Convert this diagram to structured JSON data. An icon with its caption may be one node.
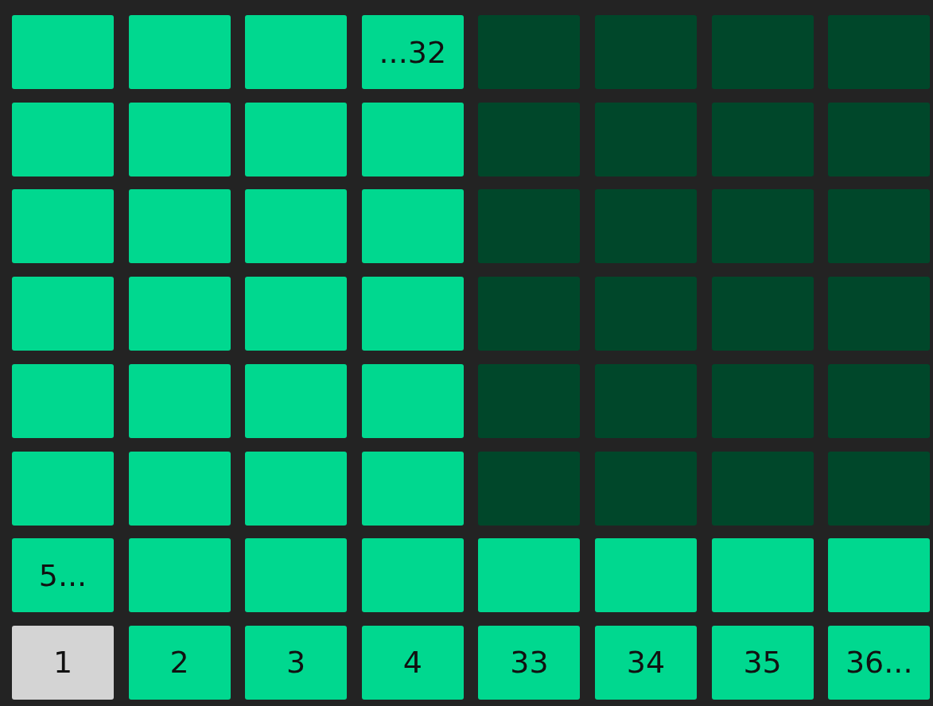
{
  "diagram": {
    "nodes": [
      {
        "text": [],
        "shape": "box"
      },
      {
        "text": [],
        "shape": "box"
      },
      {
        "text": [],
        "shape": "box"
      },
      {
        "text": [
          "...32"
        ]
      },
      {
        "text": [],
        "shape": "box"
      },
      {
        "text": [],
        "shape": "box"
      },
      {
        "text": [],
        "shape": "box"
      },
      {
        "text": [],
        "shape": "box"
      },
      {
        "text": [],
        "shape": "box"
      },
      {
        "text": [],
        "shape": "box"
      },
      {
        "text": [],
        "shape": "box"
      },
      {
        "text": [],
        "shape": "box"
      },
      {
        "text": [],
        "shape": "box"
      },
      {
        "text": [],
        "shape": "box"
      },
      {
        "text": [],
        "shape": "box"
      },
      {
        "text": [],
        "shape": "box"
      },
      {
        "text": [],
        "shape": "box"
      },
      {
        "text": [],
        "shape": "box"
      },
      {
        "text": [],
        "shape": "box"
      },
      {
        "text": [],
        "shape": "box"
      },
      {
        "text": [],
        "shape": "box"
      },
      {
        "text": [],
        "shape": "box"
      },
      {
        "text": [],
        "shape": "box"
      },
      {
        "text": [],
        "shape": "box"
      },
      {
        "text": [],
        "shape": "box"
      },
      {
        "text": [],
        "shape": "box"
      },
      {
        "text": [],
        "shape": "box"
      },
      {
        "text": [],
        "shape": "box"
      },
      {
        "text": [],
        "shape": "box"
      },
      {
        "text": [],
        "shape": "box"
      },
      {
        "text": [],
        "shape": "box"
      },
      {
        "text": [],
        "shape": "box"
      },
      {
        "text": [],
        "shape": "box"
      },
      {
        "text": [],
        "shape": "box"
      },
      {
        "text": [],
        "shape": "box"
      },
      {
        "text": [],
        "shape": "box"
      },
      {
        "text": [],
        "shape": "box"
      },
      {
        "text": [],
        "shape": "box"
      },
      {
        "text": [],
        "shape": "box"
      },
      {
        "text": [],
        "shape": "box"
      },
      {
        "text": [],
        "shape": "box"
      },
      {
        "text": [],
        "shape": "box"
      },
      {
        "text": [],
        "shape": "box"
      },
      {
        "text": [],
        "shape": "box"
      },
      {
        "text": [],
        "shape": "box"
      },
      {
        "text": [],
        "shape": "box"
      },
      {
        "text": [],
        "shape": "box"
      },
      {
        "text": [],
        "shape": "box"
      },
      {
        "text": [
          "5..."
        ]
      },
      {
        "text": [],
        "shape": "box"
      },
      {
        "text": [],
        "shape": "box"
      },
      {
        "text": [],
        "shape": "box"
      },
      {
        "text": [],
        "shape": "box"
      },
      {
        "text": [],
        "shape": "box"
      },
      {
        "text": [],
        "shape": "box"
      },
      {
        "text": [],
        "shape": "box"
      },
      {
        "text": [
          "1"
        ]
      },
      {
        "text": [
          "2"
        ]
      },
      {
        "text": [
          "3"
        ]
      },
      {
        "text": [
          "4"
        ]
      },
      {
        "text": [
          "33"
        ]
      },
      {
        "text": [
          "34"
        ]
      },
      {
        "text": [
          "35"
        ]
      },
      {
        "text": [
          "36..."
        ]
      }
    ]
  }
}
